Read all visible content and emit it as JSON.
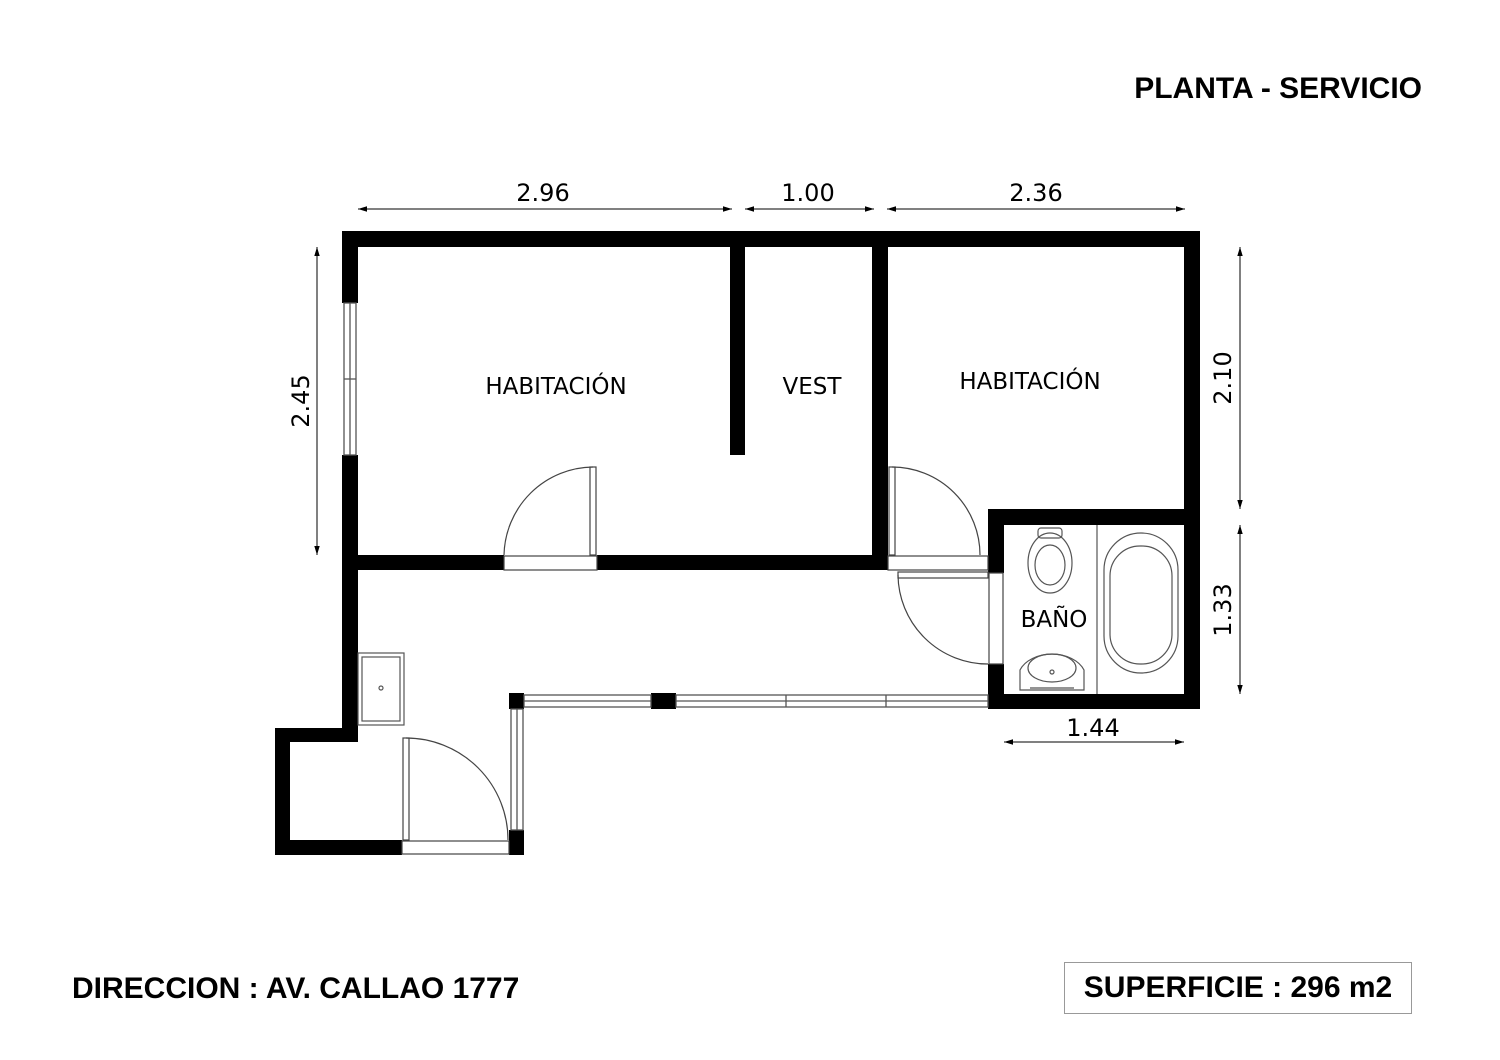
{
  "title": "PLANTA - SERVICIO",
  "address": "DIRECCION : AV. CALLAO 1777",
  "area": "SUPERFICIE : 296 m2",
  "rooms": {
    "bedroom_left": "HABITACIÓN",
    "vest": "VEST",
    "bedroom_right": "HABITACIÓN",
    "bath": "BAÑO"
  },
  "dimensions": {
    "top_left_width": "2.96",
    "top_mid_width": "1.00",
    "top_right_width": "2.36",
    "left_height": "2.45",
    "right_upper_height": "2.10",
    "right_lower_height": "1.33",
    "bath_width": "1.44"
  }
}
